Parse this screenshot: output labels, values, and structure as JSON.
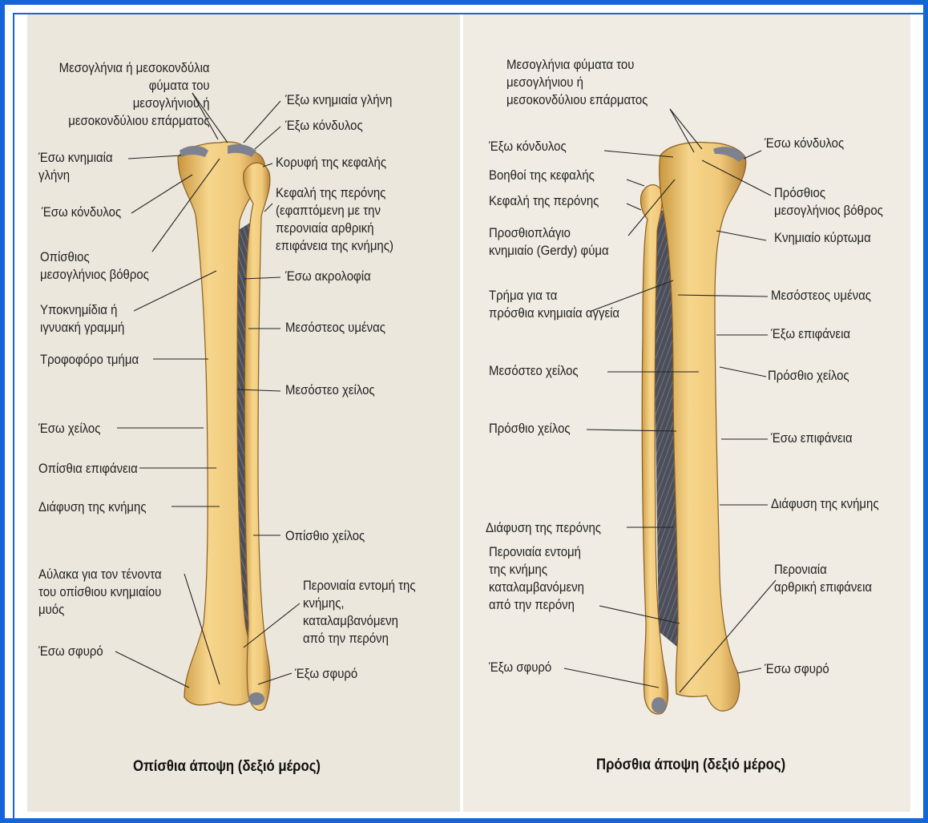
{
  "colors": {
    "frame": "#1565d8",
    "bone": "#f0c97a",
    "bone_shade": "#c9963e",
    "membrane": "#4c4f5a",
    "cartilage": "#7d8190",
    "paper_left": "#ece7dc",
    "paper_right": "#f0ece3"
  },
  "posterior": {
    "caption": "Οπίσθια άποψη (δεξιό μέρος)",
    "labels": {
      "intercondylar_tubercles": "Μεσογλήνια ή μεσοκονδύλια\nφύματα του\nμεσογλήνιου ή\nμεσοκονδύλιου επάρματος",
      "lateral_tibial_glenoid": "Έξω κνημιαία γλήνη",
      "lateral_condyle": "Έξω κόνδυλος",
      "medial_tibial_glenoid": "Έσω κνημιαία\nγλήνη",
      "apex_of_head": "Κορυφή της κεφαλής",
      "fibula_head": "Κεφαλή της περόνης\n(εφαπτόμενη με την\nπερονιαία αρθρική\nεπιφάνεια της κνήμης)",
      "medial_condyle": "Έσω κόνδυλος",
      "posterior_intercondylar_area": "Οπίσθιος\nμεσογλήνιος βόθρος",
      "medial_crest": "Έσω ακρολοφία",
      "soleal_line": "Υποκνημίδια ή\nιγνυακή γραμμή",
      "interosseous_membrane": "Μεσόστεος υμένας",
      "nutrient_segment": "Τροφοφόρο τμήμα",
      "interosseous_border": "Μεσόστεο χείλος",
      "medial_border": "Έσω χείλος",
      "posterior_surface": "Οπίσθια επιφάνεια",
      "tibia_shaft": "Διάφυση της κνήμης",
      "posterior_border": "Οπίσθιο χείλος",
      "groove_tibialis_posterior": "Αύλακα για τον τένοντα\nτου οπίσθιου κνημιαίου\nμυός",
      "fibular_notch": "Περονιαία εντομή της\nκνήμης, καταλαμβανόμενη\nαπό την περόνη",
      "medial_malleolus": "Έσω σφυρό",
      "lateral_malleolus": "Έξω σφυρό"
    }
  },
  "anterior": {
    "caption": "Πρόσθια άποψη (δεξιό μέρος)",
    "labels": {
      "intercondylar_tubercles": "Μεσογλήνια φύματα του\nμεσογλήνιου ή\nμεσοκονδύλιου επάρματος",
      "lateral_condyle": "Έξω κόνδυλος",
      "medial_condyle": "Έσω κόνδυλος",
      "head_protrusions": "Βοηθοί της κεφαλής",
      "fibula_head": "Κεφαλή της περόνης",
      "anterior_intercondylar_area": "Πρόσθιος\nμεσογλήνιος βόθρος",
      "gerdy_tubercle": "Προσθιοπλάγιο\nκνημιαίο (Gerdy) φύμα",
      "tibial_tuberosity": "Κνημιαίο κύρτωμα",
      "vessel_opening": "Τρήμα για τα\nπρόσθια κνημιαία αγγεία",
      "interosseous_membrane": "Μεσόστεος υμένας",
      "lateral_surface": "Έξω επιφάνεια",
      "interosseous_border": "Μεσόστεο χείλος",
      "anterior_border_right": "Πρόσθιο χείλος",
      "anterior_border_left": "Πρόσθιο χείλος",
      "medial_surface": "Έσω επιφάνεια",
      "tibia_shaft": "Διάφυση της κνήμης",
      "fibula_shaft": "Διάφυση της περόνης",
      "fibular_notch": "Περονιαία εντομή\nτης κνήμης\nκαταλαμβανόμενη\nαπό την περόνη",
      "fibular_articular_surface": "Περονιαία\nαρθρική επιφάνεια",
      "lateral_malleolus": "Έξω σφυρό",
      "medial_malleolus": "Έσω σφυρό"
    }
  }
}
